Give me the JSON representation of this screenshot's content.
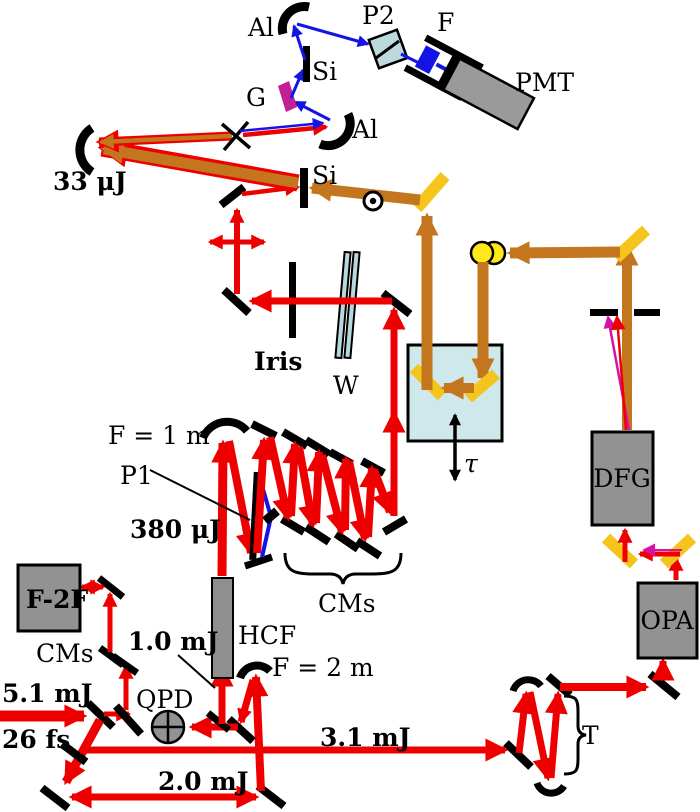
{
  "diagram_type": "optical-setup-schematic",
  "labels": {
    "al_top": "Al",
    "p2": "P2",
    "filter": "F",
    "pmt": "PMT",
    "si_top": "Si",
    "grating": "G",
    "al_right": "Al",
    "energy_33uj": "33 μJ",
    "si_mid": "Si",
    "iris": "Iris",
    "wedges": "W",
    "tau": "τ",
    "f1m": "F = 1 m",
    "p1": "P1",
    "energy_380uj": "380 μJ",
    "cms_main": "CMs",
    "f2f_box": "F-2F",
    "cms_small": "CMs",
    "energy_10mj": "1.0 mJ",
    "hcf": "HCF",
    "f2m": "F = 2 m",
    "energy_51mj": "5.1 mJ",
    "pulse_26fs": "26 fs",
    "qpd": "QPD",
    "energy_20mj": "2.0 mJ",
    "energy_31mj": "3.1 mJ",
    "telescope": "T",
    "dfg_box": "DFG",
    "opa_box": "OPA"
  },
  "colors": {
    "beam_red": "#EE0000",
    "beam_mid_ir_orange": "#C4761F",
    "gold_mirror": "#F5C51D",
    "beam_blue": "#1414E6",
    "beam_magenta": "#D611A8",
    "grating_magenta": "#C21E96",
    "box_gray": "#929292",
    "delay_stage_cyan": "#CEE8EC",
    "optic_cyan": "#BCD9DD",
    "lens_yellow": "#FFE81A"
  }
}
